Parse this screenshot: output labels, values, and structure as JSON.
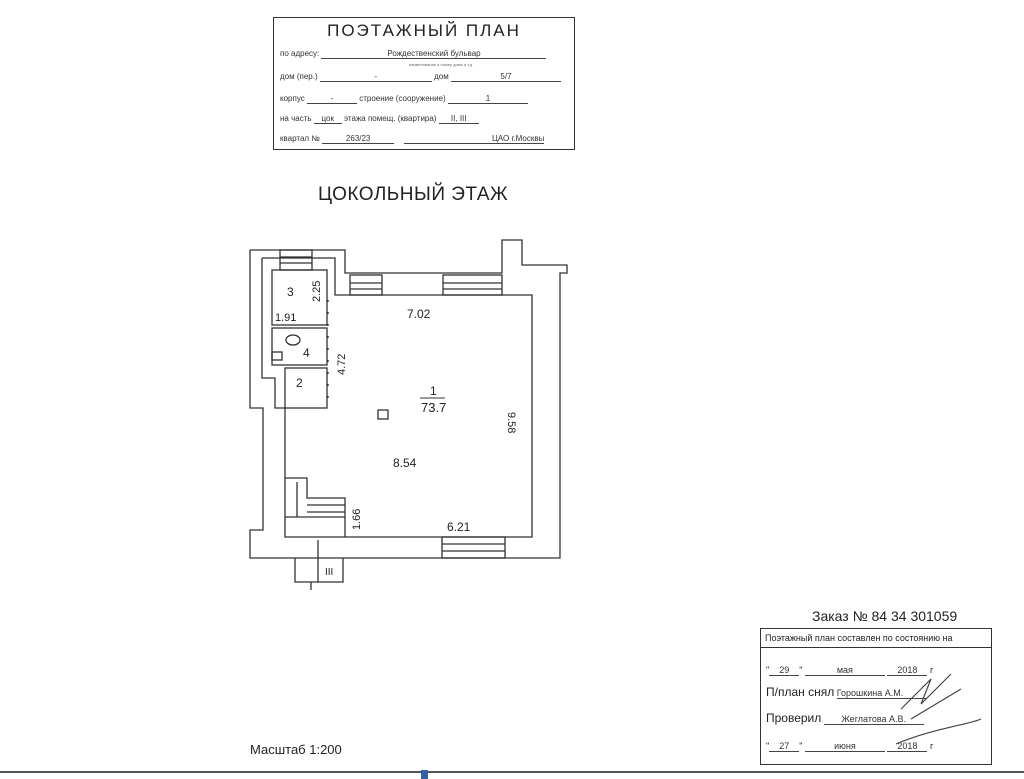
{
  "stamp": {
    "title": "ПОЭТАЖНЫЙ ПЛАН",
    "address_label": "по адресу:",
    "address_value": "Рождественский бульвар",
    "address_sub": "наименование и номер дома и т.д.",
    "lane_label": "дом (пер.)",
    "lane_value": "-",
    "house_label": "дом",
    "house_value": "5/7",
    "korpus_label": "корпус",
    "korpus_value": "-",
    "building_label": "строение (сооружение)",
    "building_value": "1",
    "part_label": "на часть",
    "part_value": "цок",
    "floor_label": "этажа помещ. (квартира)",
    "floor_value": "II, III",
    "block_label": "квартал №",
    "block_value": "263/23",
    "district_value": "ЦАО г.Москвы"
  },
  "floor_title": "ЦОКОЛЬНЫЙ ЭТАЖ",
  "plan": {
    "rooms": [
      "3",
      "4",
      "2"
    ],
    "main_room_number": "1",
    "main_room_area": "73.7",
    "dimensions": {
      "d225": "2.25",
      "d191": "1.91",
      "d472": "4.72",
      "d702": "7.02",
      "d958": "9.58",
      "d854": "8.54",
      "d166": "1.66",
      "d621": "6.21"
    },
    "entrance_label": "III"
  },
  "order": "Заказ № 84 34 301059",
  "certificate": {
    "header": "Поэтажный план составлен по состоянию на",
    "day1": "29",
    "month1": "мая",
    "year1": "2018",
    "year_suffix": "г",
    "surveyed_label": "П/план снял",
    "surveyed_by": "Горошкина А.М.",
    "checked_label": "Проверил",
    "checked_by": "Жеглатова А.В.",
    "day2": "27",
    "month2": "июня",
    "year2": "2018"
  },
  "scale": "Масштаб 1:200"
}
